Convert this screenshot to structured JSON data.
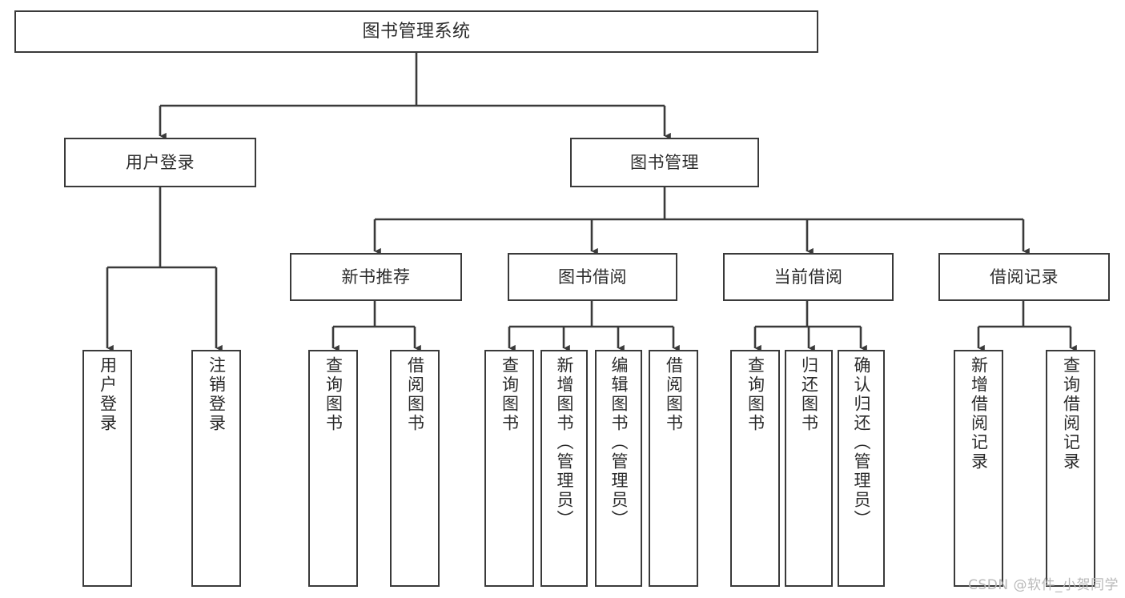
{
  "diagram": {
    "type": "tree",
    "title": "图书管理系统",
    "orientation": "top-down",
    "colors": {
      "box_border": "#3a3a3a",
      "box_fill": "#ffffff",
      "edge": "#3a3a3a",
      "text": "#2b2b2b",
      "watermark": "#b9b9b9"
    },
    "root": {
      "label": "图书管理系统"
    },
    "level1": [
      {
        "label": "用户登录"
      },
      {
        "label": "图书管理"
      }
    ],
    "level2": [
      {
        "label": "新书推荐"
      },
      {
        "label": "图书借阅"
      },
      {
        "label": "当前借阅"
      },
      {
        "label": "借阅记录"
      }
    ],
    "leaves": {
      "user_login": [
        {
          "label": "用户登录"
        },
        {
          "label": "注销登录"
        }
      ],
      "new_book_recommend": [
        {
          "label": "查询图书"
        },
        {
          "label": "借阅图书"
        }
      ],
      "book_borrow": [
        {
          "label": "查询图书"
        },
        {
          "label": "新增图书（管理员）"
        },
        {
          "label": "编辑图书（管理员）"
        },
        {
          "label": "借阅图书"
        }
      ],
      "current_borrow": [
        {
          "label": "查询图书"
        },
        {
          "label": "归还图书"
        },
        {
          "label": "确认归还（管理员）"
        }
      ],
      "borrow_record": [
        {
          "label": "新增借阅记录"
        },
        {
          "label": "查询借阅记录"
        }
      ]
    }
  },
  "watermark": {
    "text": "CSDN @软件_小贺同学"
  }
}
